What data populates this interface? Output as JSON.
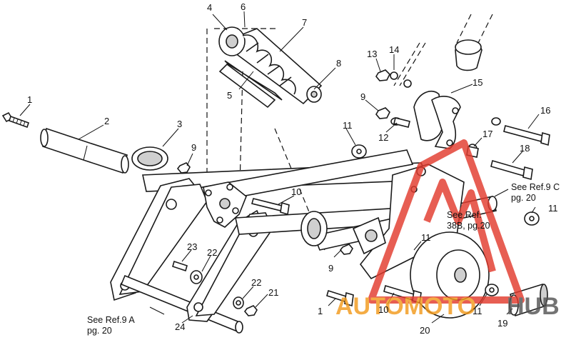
{
  "part_numbers": [
    "1",
    "2",
    "3",
    "4",
    "5",
    "6",
    "7",
    "8",
    "9",
    "10",
    "11",
    "12",
    "13",
    "14",
    "15",
    "16",
    "17",
    "18",
    "19",
    "20",
    "21",
    "22",
    "23",
    "24"
  ],
  "references": {
    "ref_9a_line1": "See Ref.9 A",
    "ref_9a_line2": "pg. 20",
    "ref_9c_line1": "See Ref.9 C",
    "ref_9c_line2": "pg. 20",
    "ref_38b_line1": "See Ref.",
    "ref_38b_line2": "38B, pg.20"
  },
  "watermark": {
    "word_auto_moto": "AUTOMOTO",
    "word_hub": "HUB",
    "colors": {
      "red": "#e23b2e",
      "orange": "#f29b1d",
      "gray": "#555555"
    }
  }
}
